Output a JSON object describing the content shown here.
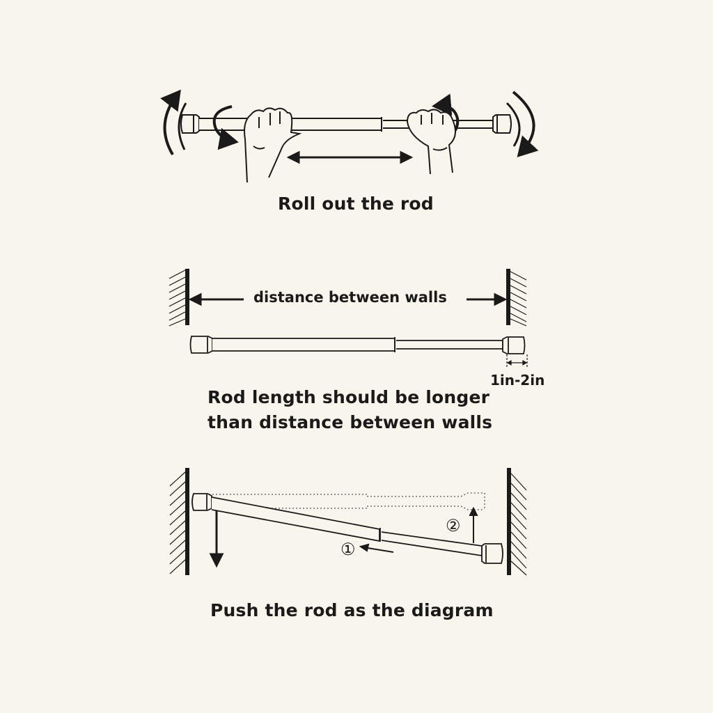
{
  "background_color": "#f8f5ec",
  "ink_color": "#1a1a1a",
  "steps": [
    {
      "id": "roll",
      "caption": "Roll out the rod",
      "illustration": "two-hands-twisting-rod",
      "icons": [
        "rotate-left-arrow-icon",
        "rotate-right-arrow-icon",
        "double-arrow-icon",
        "hand-icon"
      ]
    },
    {
      "id": "measure",
      "distance_label": "distance between walls",
      "overhang_label": "1in-2in",
      "caption_line1": "Rod length should be longer",
      "caption_line2": "than distance between walls",
      "icons": [
        "wall-icon",
        "left-arrow-icon",
        "right-arrow-icon",
        "dimension-arrow-icon"
      ]
    },
    {
      "id": "push",
      "step1_marker": "①",
      "step2_marker": "②",
      "caption": "Push the rod as the diagram",
      "icons": [
        "wall-icon",
        "down-arrow-icon",
        "up-arrow-icon",
        "left-arrow-icon"
      ]
    }
  ]
}
